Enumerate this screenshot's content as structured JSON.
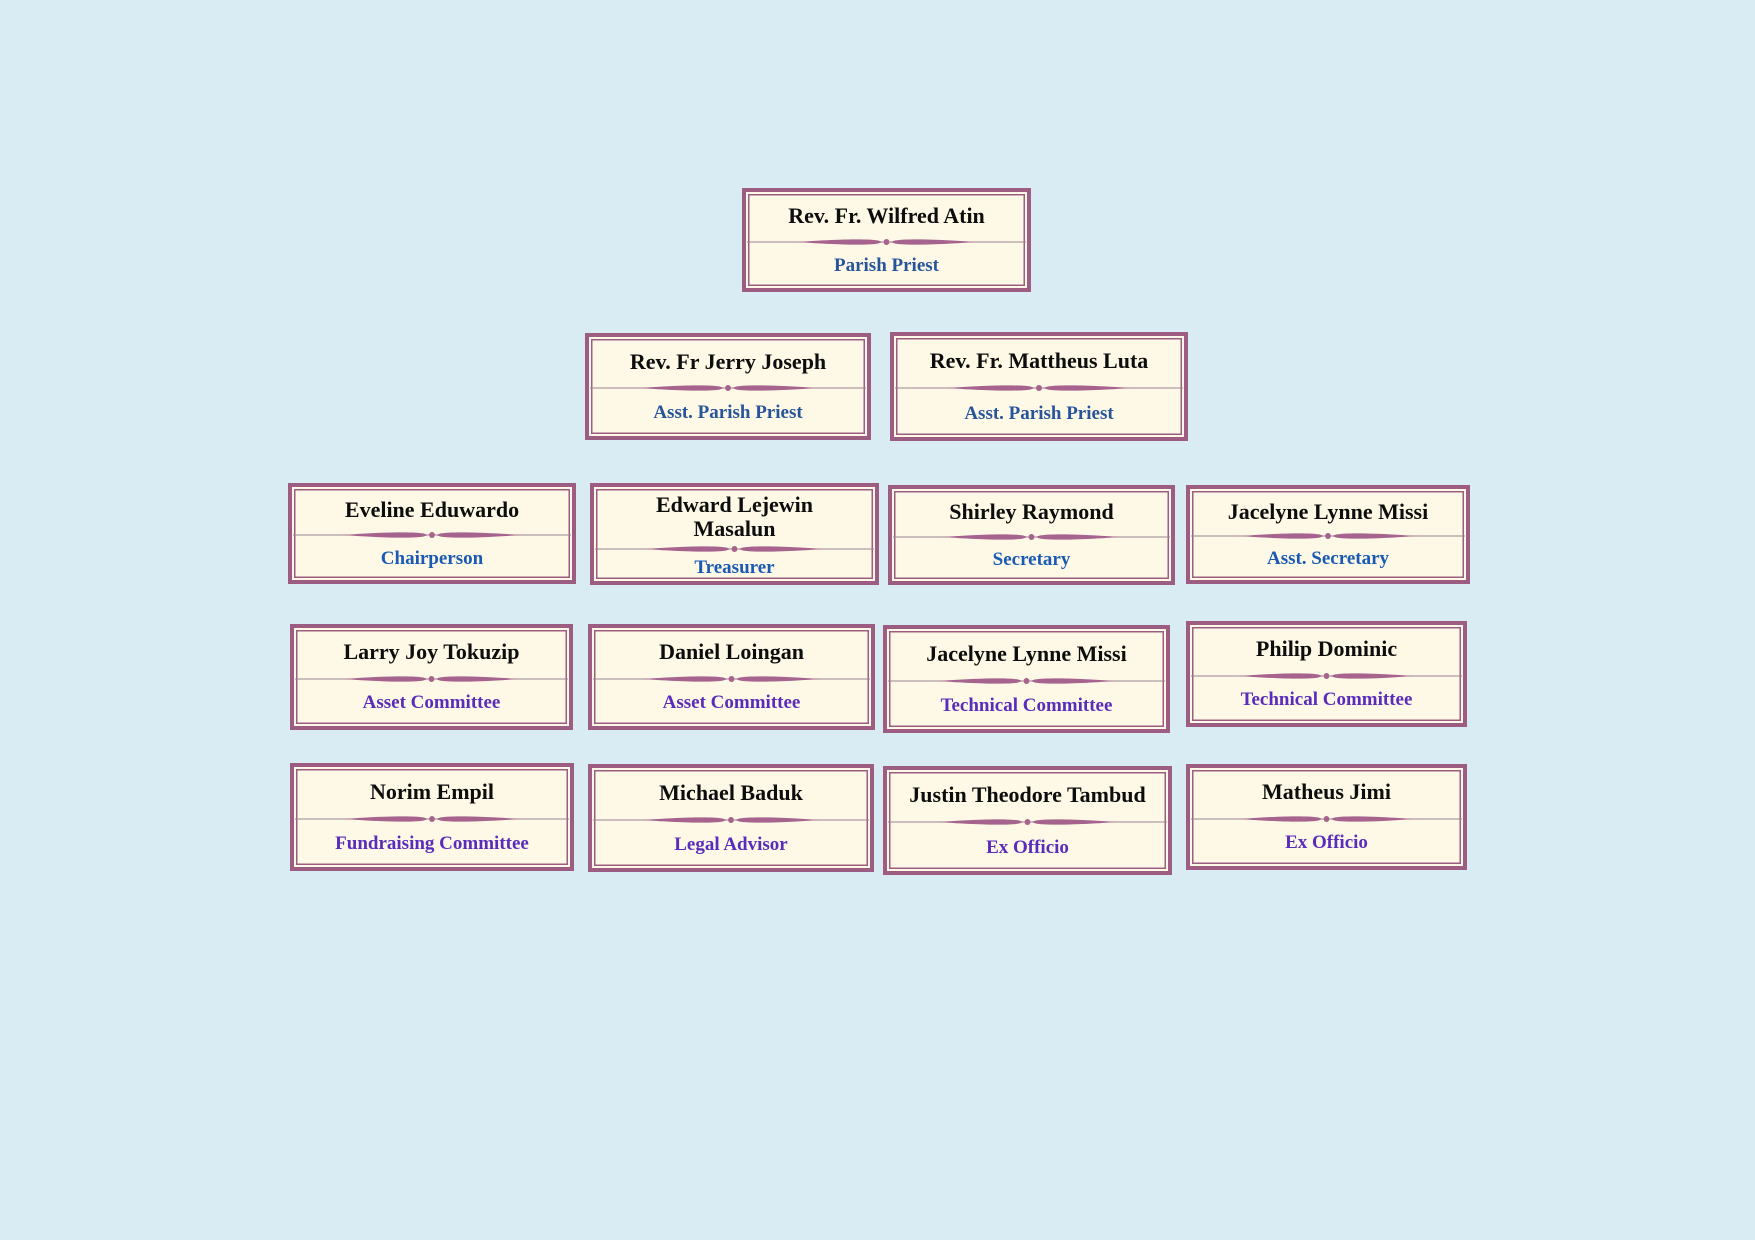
{
  "colors": {
    "page_background": "#d9ebf3",
    "box_background": "#fdf9e6",
    "box_border": "#9d5d83",
    "ornament": "#a5638e",
    "divider_line": "#9c8494",
    "name_text": "#0d0d0d",
    "title_blue_dark": "#28549b",
    "title_blue": "#1a5ab5",
    "title_purple": "#5a2cbb"
  },
  "icons": {
    "divider": "divider-ornament-icon"
  },
  "org_chart": {
    "rows": [
      {
        "boxes": [
          {
            "name": "Rev. Fr. Wilfred Atin",
            "title": "Parish Priest",
            "title_style": "blue-dark"
          }
        ]
      },
      {
        "boxes": [
          {
            "name": "Rev. Fr Jerry Joseph",
            "title": "Asst. Parish Priest",
            "title_style": "blue-dark"
          },
          {
            "name": "Rev. Fr. Mattheus Luta",
            "title": "Asst. Parish Priest",
            "title_style": "blue-dark"
          }
        ]
      },
      {
        "boxes": [
          {
            "name": "Eveline Eduwardo",
            "title": "Chairperson",
            "title_style": "blue"
          },
          {
            "name": "Edward Lejewin\nMasalun",
            "title": "Treasurer",
            "title_style": "blue"
          },
          {
            "name": "Shirley Raymond",
            "title": "Secretary",
            "title_style": "blue"
          },
          {
            "name": "Jacelyne Lynne Missi",
            "title": "Asst. Secretary",
            "title_style": "blue"
          }
        ]
      },
      {
        "boxes": [
          {
            "name": "Larry Joy Tokuzip",
            "title": "Asset Committee",
            "title_style": "purple"
          },
          {
            "name": "Daniel Loingan",
            "title": "Asset Committee",
            "title_style": "purple"
          },
          {
            "name": "Jacelyne Lynne Missi",
            "title": "Technical Committee",
            "title_style": "purple"
          },
          {
            "name": "Philip Dominic",
            "title": "Technical Committee",
            "title_style": "purple"
          }
        ]
      },
      {
        "boxes": [
          {
            "name": "Norim Empil",
            "title": "Fundraising Committee",
            "title_style": "purple"
          },
          {
            "name": "Michael Baduk",
            "title": "Legal Advisor",
            "title_style": "purple"
          },
          {
            "name": "Justin Theodore Tambud",
            "title": "Ex Officio",
            "title_style": "purple"
          },
          {
            "name": "Matheus Jimi",
            "title": "Ex Officio",
            "title_style": "purple"
          }
        ]
      }
    ]
  }
}
